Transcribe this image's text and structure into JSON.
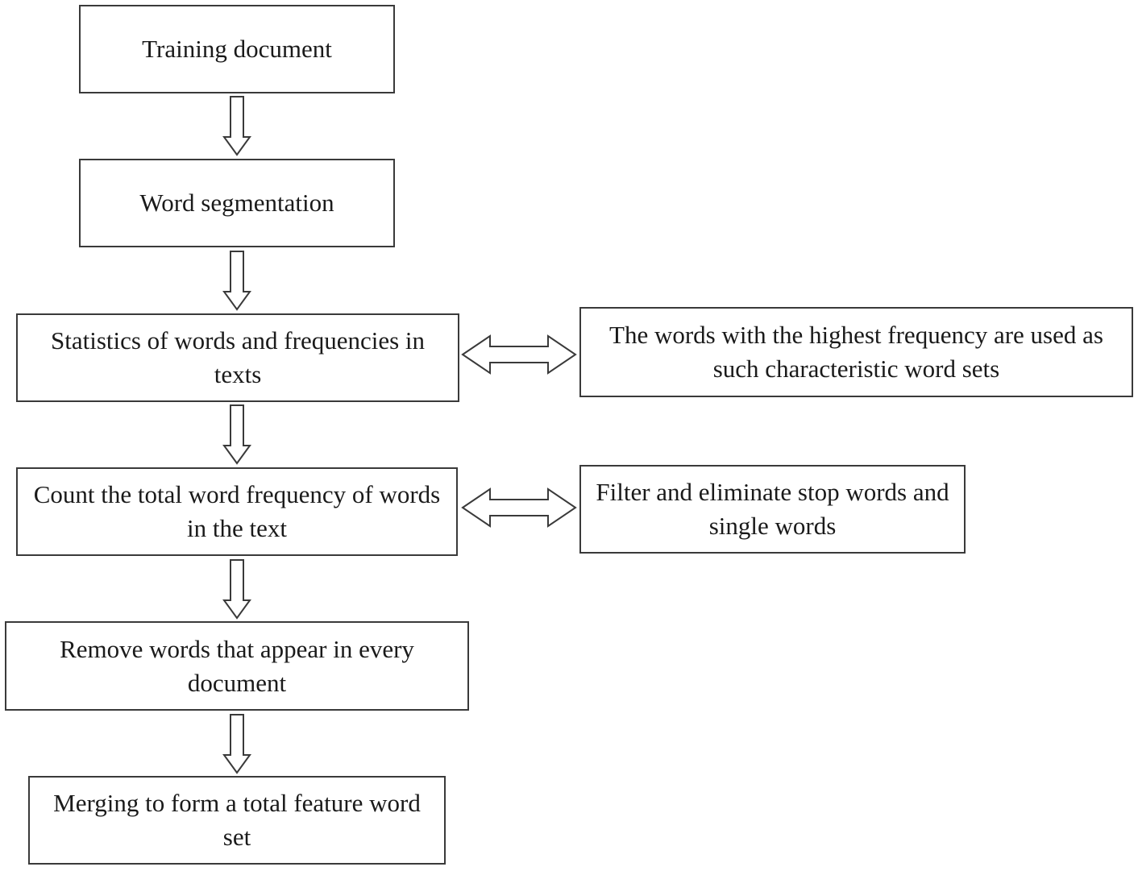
{
  "steps": [
    {
      "id": "training",
      "label": "Training document"
    },
    {
      "id": "segmentation",
      "label": "Word segmentation"
    },
    {
      "id": "statistics",
      "label": "Statistics of words and frequencies in texts"
    },
    {
      "id": "count",
      "label": "Count the total word frequency of words in the text"
    },
    {
      "id": "remove",
      "label": "Remove words that appear in every document"
    },
    {
      "id": "merge",
      "label": "Merging to form a total feature word set"
    }
  ],
  "side_notes": [
    {
      "id": "highest",
      "label": "The words with the highest frequency are used as such characteristic word sets"
    },
    {
      "id": "filter",
      "label": "Filter and eliminate stop words and single words"
    }
  ]
}
